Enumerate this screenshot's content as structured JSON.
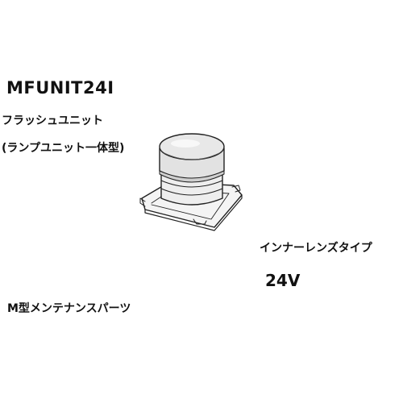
{
  "product": {
    "model": "MFUNIT24I",
    "name": "フラッシュユニット",
    "subtitle": "(ランプユニット一体型)",
    "lens_type": "インナーレンズタイプ",
    "voltage": "24V",
    "category": "M型メンテナンスパーツ",
    "image_icon": "flash-unit-drawing"
  }
}
